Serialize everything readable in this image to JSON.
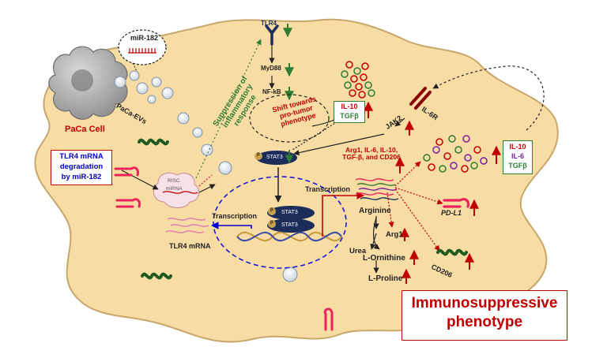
{
  "labels": {
    "mir182": "miR-182",
    "paca_evs": "PaCa-EVs",
    "paca_cell": "PaCa Cell",
    "tlr4": "TLR4",
    "myd88": "MyD88",
    "nfkb": "NF-kB",
    "suppression": [
      "Suppression of",
      "inflammatory",
      "response"
    ],
    "shift": [
      "Shift towards",
      "pro-tumor",
      "phenotype"
    ],
    "il6r": "IL-6R",
    "jak2": "JAK2",
    "stat3": "STAT3",
    "p": "p",
    "cytokines_list": [
      "Arg1, IL-6, IL-10,",
      "TGF-β, and CD206"
    ],
    "risc": "RISC",
    "mirna": "miRNA",
    "tlr4_deg": [
      "TLR4 mRNA",
      "degradation",
      "by miR-182"
    ],
    "transcription_left": "Transcription",
    "transcription_right": "Transcription",
    "tlr4_mrna": "TLR4 mRNA",
    "arginine": "Arginine",
    "arg1": "Arg1",
    "urea": "Urea",
    "l_ornithine": "L-Ornithine",
    "l_proline": "L-Proline",
    "pdl1": "PD-L1",
    "cd206": "CD206"
  },
  "box_il10_tgfb": {
    "line1": "IL-10",
    "line2": "TGFβ"
  },
  "box_secreted": {
    "line1": "IL-10",
    "line2": "IL-6",
    "line3": "TGFβ"
  },
  "outcome": [
    "Immunosuppressive",
    "phenotype"
  ],
  "colors": {
    "cell_fill": "#f7dca4",
    "cell_edge": "#c9a66b",
    "red": "#c00000",
    "green": "#2e7d32",
    "dark_green": "#1f5a1f",
    "blue": "#0000cc",
    "navy": "#1c2d5c",
    "magenta": "#e8245a",
    "pink_dark": "#c2185b",
    "purple": "#7b1fa2",
    "tan_receptor": "#8b0000"
  }
}
